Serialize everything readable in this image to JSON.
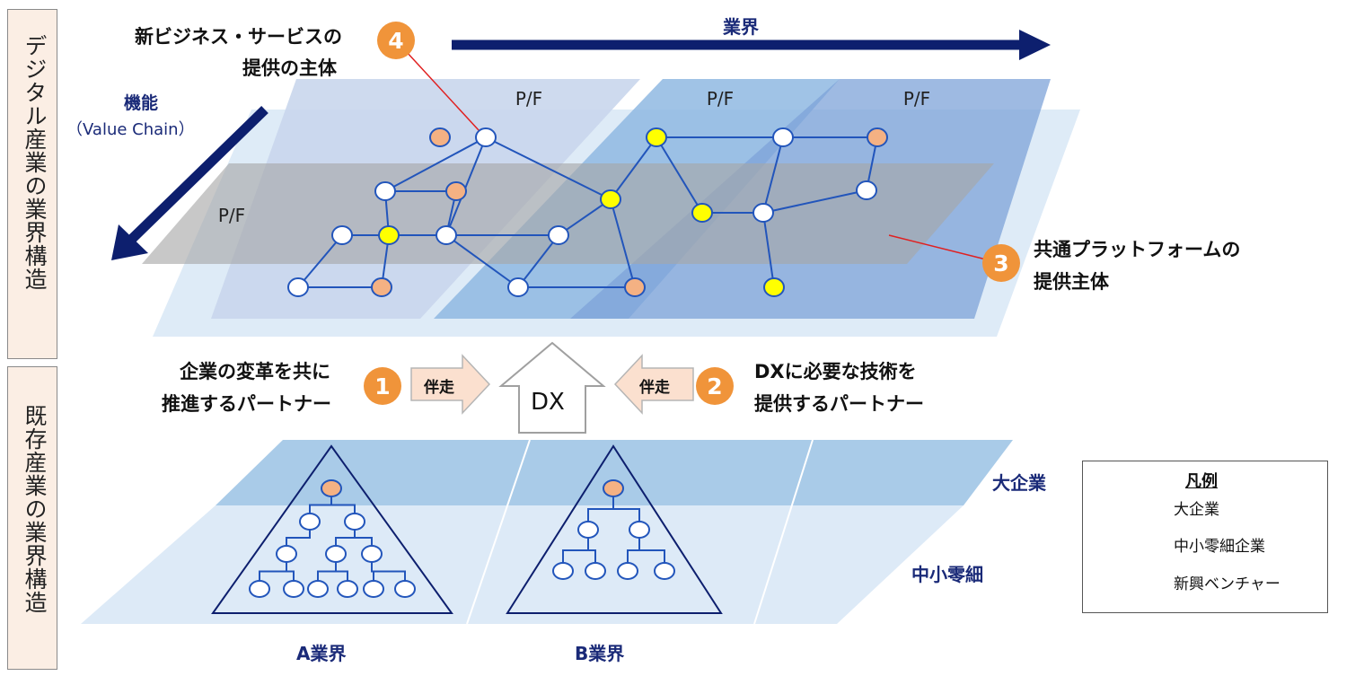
{
  "side_labels": {
    "digital": "デジタル産業の業界構造",
    "existing": "既存産業の業界構造"
  },
  "axis": {
    "industry": "業界",
    "function_line1": "機能",
    "function_line2": "（Value Chain）"
  },
  "platform_label": "P/F",
  "callouts": {
    "c4_line1": "新ビジネス・サービスの",
    "c4_line2": "提供の主体",
    "c4_num": "4",
    "c3_line1": "共通プラットフォームの",
    "c3_line2": "提供主体",
    "c3_num": "3",
    "c1_line1": "企業の変革を共に",
    "c1_line2": "推進するパートナー",
    "c1_num": "1",
    "c2_line1": "DXに必要な技術を",
    "c2_line2": "提供するパートナー",
    "c2_num": "2"
  },
  "arrows": {
    "bansou": "伴走",
    "dx": "DX"
  },
  "lower": {
    "large": "大企業",
    "small": "中小零細",
    "industry_a": "A業界",
    "industry_b": "B業界"
  },
  "legend": {
    "title": "凡例",
    "items": [
      {
        "label": "大企業",
        "color": "#f4b183"
      },
      {
        "label": "中小零細企業",
        "color": "#ffffff"
      },
      {
        "label": "新興ベンチャー",
        "color": "#ffff00"
      }
    ]
  },
  "colors": {
    "navy": "#0d1f6e",
    "orange": "#f0943a",
    "large_node": "#f4b183",
    "venture_node": "#ffff00",
    "edge": "#2255bb"
  }
}
